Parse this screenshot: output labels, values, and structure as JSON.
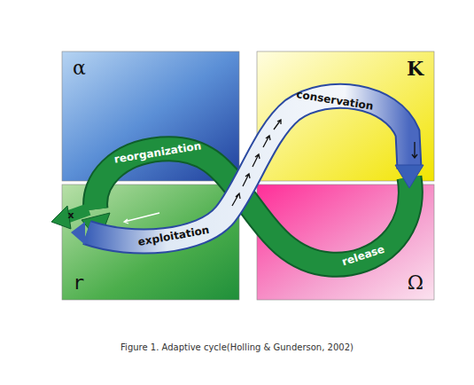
{
  "diagram": {
    "caption": "Figure 1. Adaptive cycle(Holling & Gunderson, 2002)",
    "nodes": [
      {
        "text": [
          "α"
        ]
      },
      {
        "text": [
          "K"
        ]
      },
      {
        "text": [
          "r"
        ]
      },
      {
        "text": [
          "Ω"
        ]
      }
    ],
    "labels": [
      "conservation",
      "reorganization",
      "exploitation",
      "release",
      "x"
    ]
  }
}
